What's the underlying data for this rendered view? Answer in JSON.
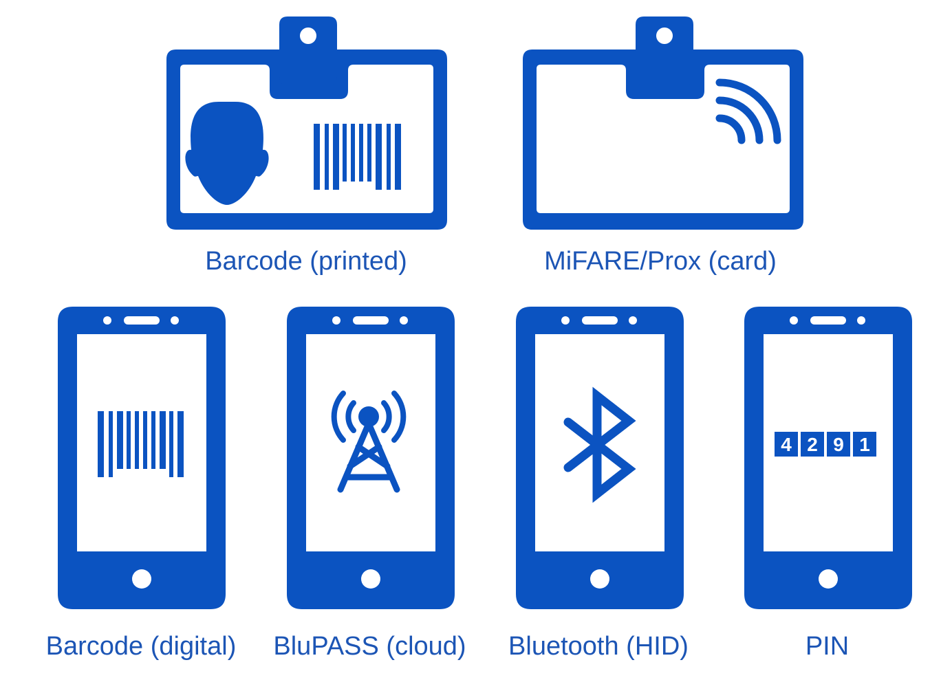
{
  "colors": {
    "icon_blue": "#0b53c1",
    "label_blue": "#1c55b5",
    "background": "#ffffff"
  },
  "cards": [
    {
      "label": "Barcode (printed)",
      "icon": "id-badge-barcode-icon"
    },
    {
      "label": "MiFARE/Prox (card)",
      "icon": "id-badge-contactless-icon"
    }
  ],
  "phones": [
    {
      "label": "Barcode (digital)",
      "icon": "phone-barcode-icon"
    },
    {
      "label": "BluPASS (cloud)",
      "icon": "phone-antenna-icon"
    },
    {
      "label": "Bluetooth (HID)",
      "icon": "phone-bluetooth-icon"
    },
    {
      "label": "PIN",
      "icon": "phone-pin-icon",
      "pin_digits": [
        "4",
        "2",
        "9",
        "1"
      ]
    }
  ]
}
